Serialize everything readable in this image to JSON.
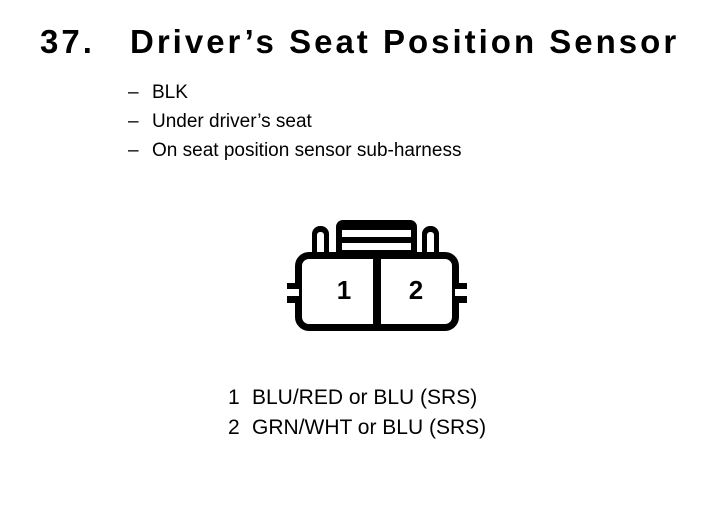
{
  "colors": {
    "ink": "#000000",
    "paper": "#ffffff"
  },
  "header": {
    "number": "37.",
    "title": "Driver’s Seat Position Sensor"
  },
  "details": [
    {
      "dash": "–",
      "text": "BLK"
    },
    {
      "dash": "–",
      "text": "Under driver’s seat"
    },
    {
      "dash": "–",
      "text": "On seat position sensor sub-harness"
    }
  ],
  "connector": {
    "type": "2-cavity connector, face view",
    "cavities": [
      {
        "pin": "1"
      },
      {
        "pin": "2"
      }
    ]
  },
  "pin_labels": [
    {
      "pin": "1",
      "wire": "BLU/RED or BLU (SRS)"
    },
    {
      "pin": "2",
      "wire": "GRN/WHT or BLU (SRS)"
    }
  ]
}
